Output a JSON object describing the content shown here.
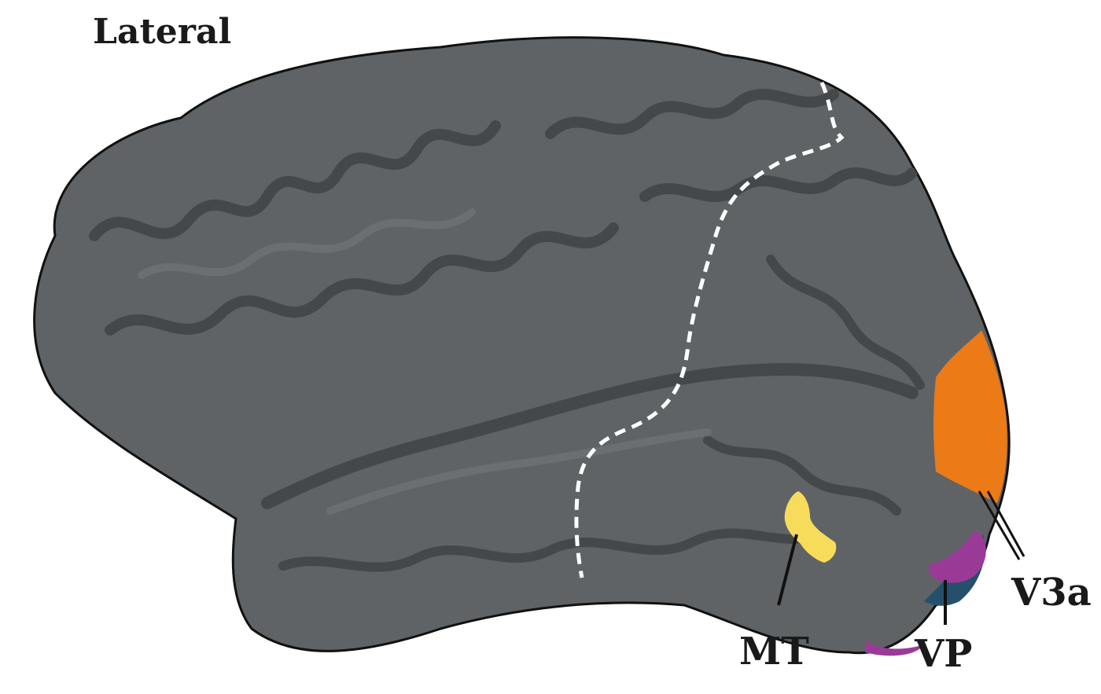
{
  "view": {
    "title": "Lateral"
  },
  "regions": [
    {
      "id": "mt",
      "label": "MT",
      "color": "#f7dc5c"
    },
    {
      "id": "vp",
      "label": "VP",
      "color": "#9a3a97"
    },
    {
      "id": "v3a",
      "label": "V3a",
      "color": "#ec7a17"
    }
  ],
  "colors": {
    "cortex": "#5f6366",
    "sulcus": "#44484b",
    "gyrus_highlight": "#6e7275",
    "outline": "#111111",
    "boundary": "#ffffff",
    "v2_fringe": "#24506b"
  },
  "boundary": {
    "style": "dashed",
    "icon": "dashed-boundary-line"
  }
}
